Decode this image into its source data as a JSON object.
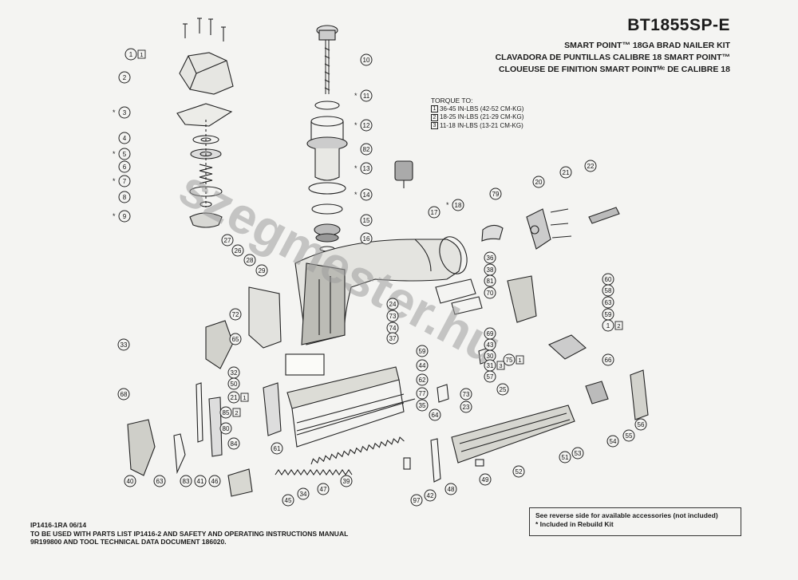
{
  "header": {
    "model": "BT1855SP-E",
    "line1": "SMART POINT™ 18GA BRAD NAILER KIT",
    "line2": "CLAVADORA DE PUNTILLAS CALIBRE 18 SMART POINT™",
    "line3": "CLOUEUSE DE FINITION SMART POINTᴹᶜ DE CALIBRE 18"
  },
  "torque": {
    "heading": "TORQUE TO:",
    "rows": [
      {
        "mark": "1",
        "text": "36-45 IN-LBS (42-52 CM-KG)"
      },
      {
        "mark": "2",
        "text": "18-25 IN-LBS (21-29 CM-KG)"
      },
      {
        "mark": "3",
        "text": "11-18 IN-LBS (13-21 CM-KG)"
      }
    ]
  },
  "watermark": "szegmester.hu",
  "footer": {
    "line1": "IP1416-1RA 06/14",
    "line2": "TO BE USED WITH PARTS LIST IP1416-2 AND SAFETY AND OPERATING INSTRUCTIONS MANUAL",
    "line3": "9R199800 AND TOOL TECHNICAL DATA DOCUMENT 186020."
  },
  "note": {
    "line1": "See reverse side for available accessories (not included)",
    "line2": "* Included in Rebuild Kit"
  },
  "colors": {
    "ink": "#1b1b1b",
    "paper": "#f4f4f2",
    "watermark": "#9c9c9c"
  },
  "callouts": [
    {
      "n": "1",
      "star": "",
      "box": "1"
    },
    {
      "n": "2",
      "star": "",
      "box": ""
    },
    {
      "n": "3",
      "star": "*",
      "box": ""
    },
    {
      "n": "4",
      "star": "",
      "box": ""
    },
    {
      "n": "5",
      "star": "*",
      "box": ""
    },
    {
      "n": "6",
      "star": "",
      "box": ""
    },
    {
      "n": "7",
      "star": "*",
      "box": ""
    },
    {
      "n": "8",
      "star": "",
      "box": ""
    },
    {
      "n": "9",
      "star": "*",
      "box": ""
    },
    {
      "n": "10",
      "star": "",
      "box": ""
    },
    {
      "n": "11",
      "star": "*",
      "box": ""
    },
    {
      "n": "12",
      "star": "*",
      "box": ""
    },
    {
      "n": "13",
      "star": "*",
      "box": ""
    },
    {
      "n": "14",
      "star": "*",
      "box": ""
    },
    {
      "n": "15",
      "star": "",
      "box": ""
    },
    {
      "n": "16",
      "star": "",
      "box": ""
    },
    {
      "n": "17",
      "star": "",
      "box": ""
    },
    {
      "n": "18",
      "star": "*",
      "box": ""
    },
    {
      "n": "79",
      "star": "",
      "box": ""
    },
    {
      "n": "20",
      "star": "",
      "box": ""
    },
    {
      "n": "21",
      "star": "",
      "box": ""
    },
    {
      "n": "22",
      "star": "",
      "box": ""
    },
    {
      "n": "82",
      "star": "",
      "box": ""
    },
    {
      "n": "27",
      "star": "",
      "box": ""
    },
    {
      "n": "26",
      "star": "",
      "box": ""
    },
    {
      "n": "28",
      "star": "",
      "box": ""
    },
    {
      "n": "29",
      "star": "",
      "box": ""
    },
    {
      "n": "36",
      "star": "",
      "box": ""
    },
    {
      "n": "38",
      "star": "",
      "box": ""
    },
    {
      "n": "81",
      "star": "",
      "box": ""
    },
    {
      "n": "70",
      "star": "",
      "box": ""
    },
    {
      "n": "60",
      "star": "",
      "box": ""
    },
    {
      "n": "58",
      "star": "",
      "box": ""
    },
    {
      "n": "63",
      "star": "",
      "box": ""
    },
    {
      "n": "59",
      "star": "",
      "box": ""
    },
    {
      "n": "1",
      "star": "",
      "box": "2"
    },
    {
      "n": "66",
      "star": "",
      "box": ""
    },
    {
      "n": "24",
      "star": "",
      "box": ""
    },
    {
      "n": "73",
      "star": "",
      "box": ""
    },
    {
      "n": "74",
      "star": "",
      "box": ""
    },
    {
      "n": "37",
      "star": "",
      "box": ""
    },
    {
      "n": "69",
      "star": "",
      "box": ""
    },
    {
      "n": "43",
      "star": "",
      "box": ""
    },
    {
      "n": "30",
      "star": "",
      "box": ""
    },
    {
      "n": "31",
      "star": "",
      "box": "3"
    },
    {
      "n": "57",
      "star": "",
      "box": ""
    },
    {
      "n": "75",
      "star": "",
      "box": "1"
    },
    {
      "n": "59",
      "star": "",
      "box": ""
    },
    {
      "n": "44",
      "star": "",
      "box": ""
    },
    {
      "n": "72",
      "star": "",
      "box": ""
    },
    {
      "n": "65",
      "star": "",
      "box": ""
    },
    {
      "n": "33",
      "star": "",
      "box": ""
    },
    {
      "n": "32",
      "star": "",
      "box": ""
    },
    {
      "n": "50",
      "star": "",
      "box": ""
    },
    {
      "n": "62",
      "star": "",
      "box": ""
    },
    {
      "n": "77",
      "star": "",
      "box": ""
    },
    {
      "n": "35",
      "star": "",
      "box": ""
    },
    {
      "n": "25",
      "star": "",
      "box": ""
    },
    {
      "n": "73",
      "star": "",
      "box": ""
    },
    {
      "n": "23",
      "star": "",
      "box": ""
    },
    {
      "n": "64",
      "star": "",
      "box": ""
    },
    {
      "n": "68",
      "star": "",
      "box": ""
    },
    {
      "n": "21",
      "star": "",
      "box": "1"
    },
    {
      "n": "85",
      "star": "",
      "box": "2"
    },
    {
      "n": "80",
      "star": "",
      "box": ""
    },
    {
      "n": "84",
      "star": "",
      "box": ""
    },
    {
      "n": "61",
      "star": "",
      "box": ""
    },
    {
      "n": "40",
      "star": "",
      "box": ""
    },
    {
      "n": "63",
      "star": "",
      "box": ""
    },
    {
      "n": "83",
      "star": "",
      "box": ""
    },
    {
      "n": "41",
      "star": "",
      "box": ""
    },
    {
      "n": "46",
      "star": "",
      "box": ""
    },
    {
      "n": "47",
      "star": "",
      "box": ""
    },
    {
      "n": "39",
      "star": "",
      "box": ""
    },
    {
      "n": "45",
      "star": "",
      "box": ""
    },
    {
      "n": "34",
      "star": "",
      "box": ""
    },
    {
      "n": "97",
      "star": "",
      "box": ""
    },
    {
      "n": "42",
      "star": "",
      "box": ""
    },
    {
      "n": "48",
      "star": "",
      "box": ""
    },
    {
      "n": "49",
      "star": "",
      "box": ""
    },
    {
      "n": "52",
      "star": "",
      "box": ""
    },
    {
      "n": "51",
      "star": "",
      "box": ""
    },
    {
      "n": "53",
      "star": "",
      "box": ""
    },
    {
      "n": "54",
      "star": "",
      "box": ""
    },
    {
      "n": "55",
      "star": "",
      "box": ""
    },
    {
      "n": "56",
      "star": "",
      "box": ""
    }
  ]
}
